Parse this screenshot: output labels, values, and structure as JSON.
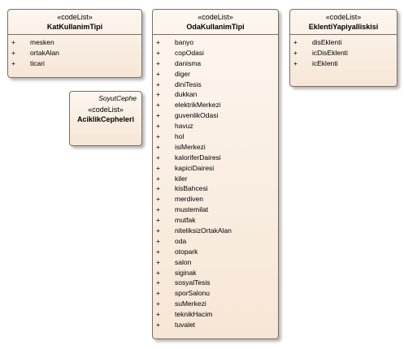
{
  "classes": {
    "katKullanim": {
      "stereotype": "«codeList»",
      "name": "KatKullanimTipi",
      "attributes": [
        "mesken",
        "ortakAlan",
        "ticari"
      ]
    },
    "odaKullanim": {
      "stereotype": "«codeList»",
      "name": "OdaKullanimTipi",
      "attributes": [
        "banyo",
        "copOdasi",
        "danisma",
        "diger",
        "diniTesis",
        "dukkan",
        "elektrikMerkezi",
        "guvenlikOdasi",
        "havuz",
        "hol",
        "isiMerkezi",
        "kaloriferDairesi",
        "kapiciDairesi",
        "kiler",
        "kisBahcesi",
        "merdiven",
        "mustemilat",
        "mutfak",
        "niteliksizOrtakAlan",
        "oda",
        "otopark",
        "salon",
        "siginak",
        "sosyalTesis",
        "sporSalonu",
        "suMerkezi",
        "teknikHacim",
        "tuvalet"
      ]
    },
    "eklentiYapi": {
      "stereotype": "«codeList»",
      "name": "EklentiYapiyaIliskisi",
      "attributes": [
        "disEklenti",
        "icDisEklenti",
        "icEklenti"
      ]
    },
    "aciklik": {
      "tag": "SoyutCephe",
      "stereotype": "«codeList»",
      "name": "AciklikCepheleri"
    }
  },
  "visibility_symbol": "+"
}
